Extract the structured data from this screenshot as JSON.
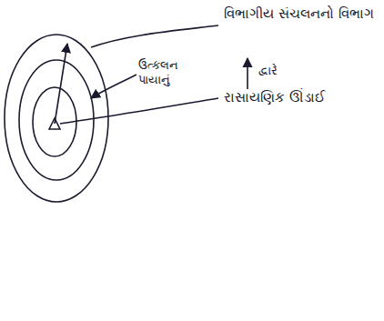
{
  "diagram": {
    "labels": [
      "વિભાગીય સંચલનનો વિભાગ",
      "ઉત્કલન પાયાનું",
      "દ્વારે",
      "રાસાયણિક ઊંડાઈ"
    ]
  }
}
